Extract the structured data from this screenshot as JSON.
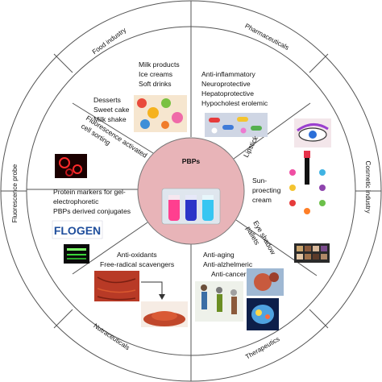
{
  "center": {
    "title": "PBPs"
  },
  "outer_ring": {
    "food_industry": "Food industry",
    "pharmaceuticals": "Pharmaceuticals",
    "cosmetic_industry": "Cosmetic industry",
    "therapeutics": "Therapeutics",
    "nutraceuticals": "Nutraceuticals",
    "fluorescence_probe": "Fluorescence probe"
  },
  "food": {
    "items_a": [
      "Milk products",
      "Ice creams",
      "Soft drinks"
    ],
    "items_b": [
      "Desserts",
      "Sweet cake",
      "Milk shake"
    ]
  },
  "pharma": {
    "items": [
      "Anti-inflammatory",
      "Neuroprotective",
      "Hepatoprotective",
      "Hypocholest erolemic"
    ]
  },
  "cosmetic": {
    "lipstick": "Lipstick",
    "sunscreen": [
      "Sun-",
      "proecting",
      "cream"
    ],
    "eyeshadow": [
      "Eye shadow",
      "pallets"
    ]
  },
  "therapeutic": {
    "items": [
      "Anti-aging",
      "Anti-alzhelmeric",
      "Anti-cancer"
    ]
  },
  "nutra": {
    "items": [
      "Anti-oxidants",
      "Free-radical scavengers"
    ]
  },
  "fluor": {
    "activated": [
      "Fluorescence activated",
      "cell sorting"
    ],
    "markers": [
      "Protein markers for gel-",
      "electrophoretic",
      "PBPs derived conjugates"
    ],
    "logo": "FLOGEN"
  },
  "colors": {
    "center_fill": "#e8b4b8",
    "ring_line": "#555555",
    "logo_blue": "#1f4e9c"
  }
}
